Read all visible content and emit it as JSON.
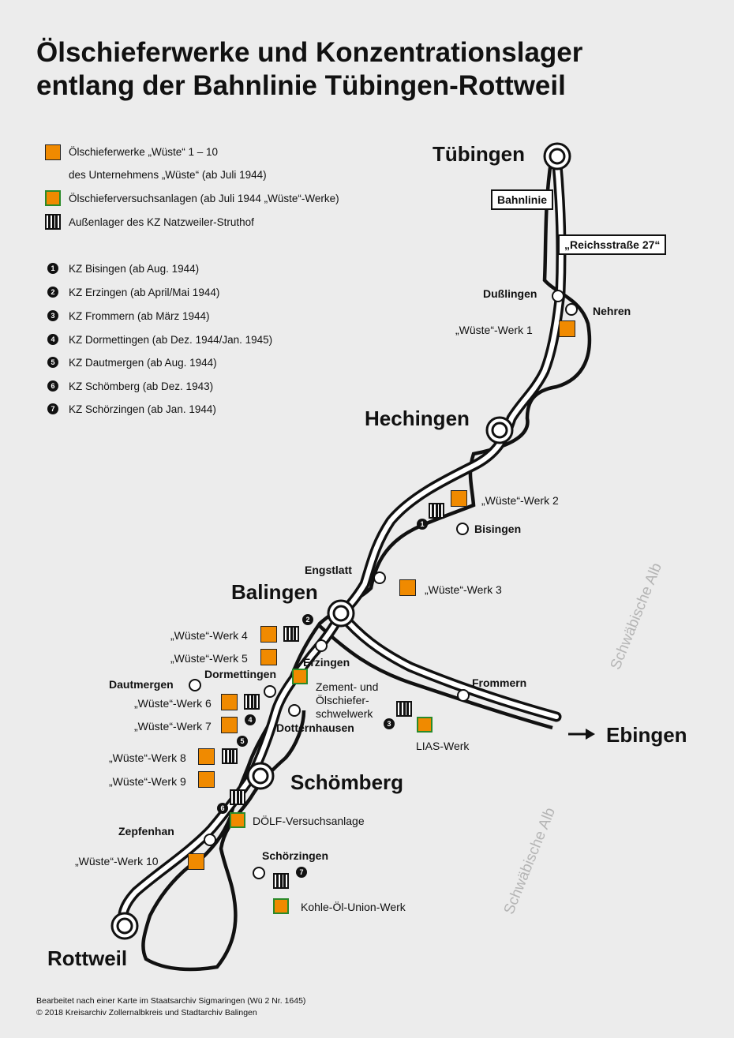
{
  "title": {
    "line1": "Ölschieferwerke und Konzentrationslager",
    "line2": "entlang der Bahnlinie Tübingen-Rottweil"
  },
  "legend": {
    "werke_line1": "Ölschieferwerke „Wüste“ 1 – 10",
    "werke_line2": "des Unternehmens „Wüste“ (ab Juli 1944)",
    "versuch": "Ölschieferversuchsanlagen (ab Juli 1944 „Wüste“-Werke)",
    "lager": "Außenlager des KZ Natzweiler-Struthof"
  },
  "camps": [
    {
      "n": "1",
      "label": "KZ Bisingen (ab Aug. 1944)"
    },
    {
      "n": "2",
      "label": "KZ Erzingen (ab April/Mai 1944)"
    },
    {
      "n": "3",
      "label": "KZ Frommern (ab März 1944)"
    },
    {
      "n": "4",
      "label": "KZ Dormettingen (ab Dez. 1944/Jan. 1945)"
    },
    {
      "n": "5",
      "label": "KZ Dautmergen (ab Aug. 1944)"
    },
    {
      "n": "6",
      "label": "KZ Schömberg (ab Dez. 1943)"
    },
    {
      "n": "7",
      "label": "KZ Schörzingen (ab Jan. 1944)"
    }
  ],
  "map": {
    "cities": {
      "tuebingen": "Tübingen",
      "hechingen": "Hechingen",
      "balingen": "Balingen",
      "schoemberg": "Schömberg",
      "rottweil": "Rottweil",
      "ebingen": "Ebingen"
    },
    "towns": {
      "dusslingen": "Dußlingen",
      "nehren": "Nehren",
      "bisingen": "Bisingen",
      "engstlatt": "Engstlatt",
      "erzingen": "Erzingen",
      "dormettingen": "Dormettingen",
      "dautmergen": "Dautmergen",
      "dotternhausen": "Dotternhausen",
      "frommern": "Frommern",
      "zepfenhan": "Zepfenhan",
      "schoerzingen": "Schörzingen"
    },
    "boxes": {
      "bahnlinie": "Bahnlinie",
      "reichsstrasse": "„Reichsstraße 27“"
    },
    "werke": {
      "w1": "„Wüste“-Werk 1",
      "w2": "„Wüste“-Werk 2",
      "w3": "„Wüste“-Werk 3",
      "w4": "„Wüste“-Werk 4",
      "w5": "„Wüste“-Werk 5",
      "w6": "„Wüste“-Werk 6",
      "w7": "„Wüste“-Werk 7",
      "w8": "„Wüste“-Werk 8",
      "w9": "„Wüste“-Werk 9",
      "w10": "„Wüste“-Werk 10"
    },
    "other": {
      "zement1": "Zement- und",
      "zement2": "Ölschiefer-",
      "zement3": "schwelwerk",
      "lias": "LIAS-Werk",
      "doelf": "DÖLF-Versuchsanlage",
      "kohle": "Kohle-Öl-Union-Werk"
    },
    "region": "Schwäbische Alb",
    "arrow": "→"
  },
  "footer": {
    "line1": "Bearbeitet nach einer Karte im Staatsarchiv Sigmaringen (Wü 2 Nr. 1645)",
    "line2": "© 2018 Kreisarchiv Zollernalbkreis und Stadtarchiv Balingen"
  },
  "colors": {
    "werk": "#f08a00",
    "versuch_border": "#2a8a2a",
    "background": "#ececec"
  }
}
